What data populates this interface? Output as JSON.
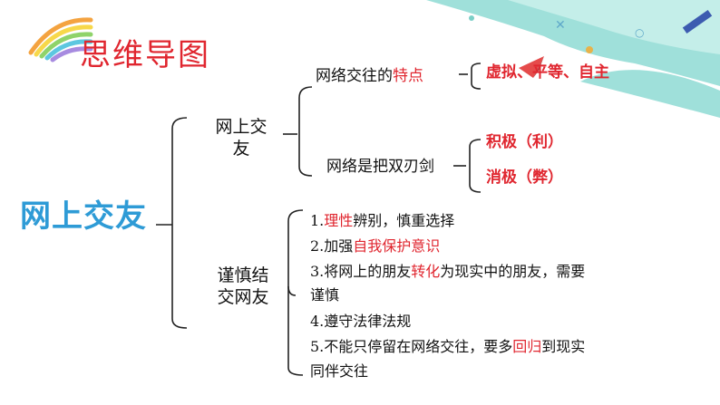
{
  "title": "思维导图",
  "root": "网上交友",
  "branch1": {
    "label_line1": "网上交",
    "label_line2": "友",
    "children": [
      {
        "prefix": "网络交往的",
        "highlight": "特点",
        "leaf": "虚拟、平等、自主"
      },
      {
        "text": "网络是把双刃剑",
        "leaves": [
          "积极（利）",
          "消极（弊）"
        ]
      }
    ]
  },
  "branch2": {
    "label_line1": "谨慎结",
    "label_line2": "交网友",
    "items": [
      {
        "a": "1.",
        "red": "理性",
        "b": "辨别，慎重选择",
        "line2": ""
      },
      {
        "a": "2.加强",
        "red": "自我保护意识",
        "b": "",
        "line2": ""
      },
      {
        "a": "3.将网上的朋友",
        "red": "转化",
        "b": "为现实中的朋友，需要",
        "line2": "谨慎"
      },
      {
        "a": "4.遵守法律法规",
        "red": "",
        "b": "",
        "line2": ""
      },
      {
        "a": "5.不能只停留在网络交往，要多",
        "red": "回归",
        "b": "到现实",
        "line2": "同伴交往"
      }
    ]
  },
  "colors": {
    "title": "#e0262f",
    "root": "#2e9bd6",
    "highlight": "#e0262f"
  }
}
